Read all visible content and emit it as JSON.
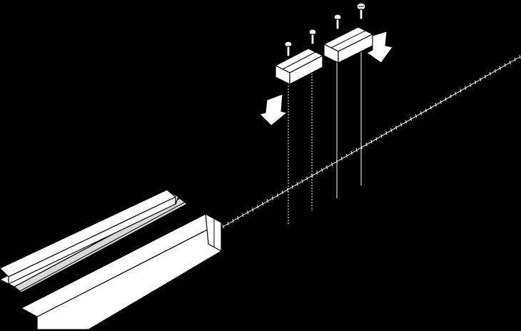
{
  "diagram": {
    "background_color": "#000000",
    "line_color": "#ffffff",
    "parts": [
      {
        "name": "base-profile",
        "icon": "extrusion-profile"
      },
      {
        "name": "cover-strip",
        "icon": "flat-cover"
      },
      {
        "name": "clamp-left",
        "icon": "mounting-clip"
      },
      {
        "name": "clamp-right",
        "icon": "mounting-clip"
      },
      {
        "name": "screw",
        "icon": "screw-icon",
        "count": 4
      },
      {
        "name": "arrow",
        "icon": "down-arrow-icon",
        "count": 2
      }
    ]
  }
}
